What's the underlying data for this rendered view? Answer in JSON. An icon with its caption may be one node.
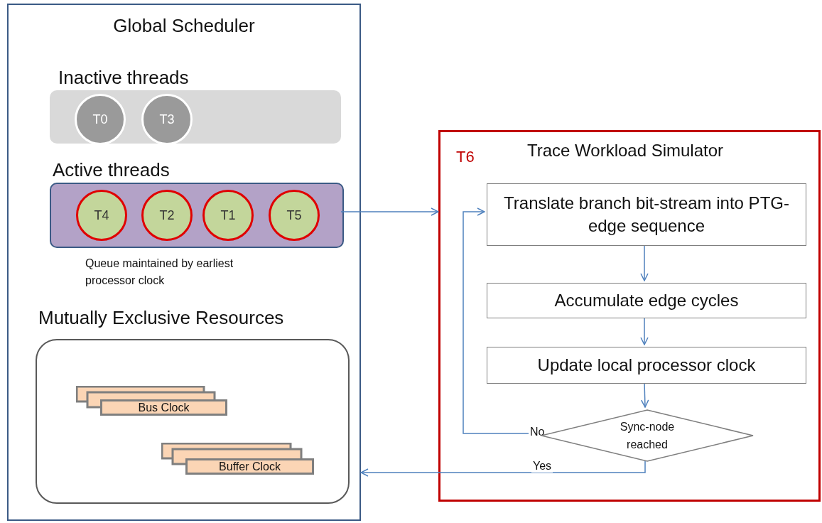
{
  "diagram": {
    "nodes": [
      {
        "text": [
          "Global Scheduler"
        ]
      },
      {
        "text": [
          "Inactive threads"
        ],
        "in": 0
      },
      {
        "text": [
          "T0"
        ],
        "in": 1
      },
      {
        "text": [
          "T3"
        ],
        "in": 1
      },
      {
        "text": [
          "Active threads"
        ],
        "in": 0,
        "beside": [
          "Queue maintained by earliest processor clock"
        ]
      },
      {
        "text": [
          "T4"
        ],
        "in": 4
      },
      {
        "text": [
          "T2"
        ],
        "in": 4
      },
      {
        "text": [
          "T1"
        ],
        "in": 4
      },
      {
        "text": [
          "T5"
        ],
        "in": 4
      },
      {
        "text": [
          "Mutually Exclusive Resources"
        ],
        "in": 0
      },
      {
        "text": [
          "Bus Clock"
        ],
        "in": 9
      },
      {
        "text": [
          "Buffer Clock"
        ],
        "in": 9
      },
      {
        "text": [
          "T6",
          "Trace Workload Simulator"
        ]
      },
      {
        "text": [
          "Translate branch bit-stream into PTG-edge sequence"
        ],
        "in": 12
      },
      {
        "text": [
          "Accumulate edge cycles"
        ],
        "in": 12
      },
      {
        "text": [
          "Update local processor clock"
        ],
        "in": 12
      },
      {
        "text": [
          "Sync-node reached"
        ],
        "in": 12
      }
    ],
    "edges": [
      {
        "from": 4,
        "to": 12,
        "arrow": "to"
      },
      {
        "from": 13,
        "to": 14,
        "arrow": "to"
      },
      {
        "from": 14,
        "to": 15,
        "arrow": "to"
      },
      {
        "from": 15,
        "to": 16,
        "arrow": "to"
      },
      {
        "from": 16,
        "to": 13,
        "arrow": "to",
        "label": "No"
      },
      {
        "from": 16,
        "to": 0,
        "arrow": "to",
        "label": "Yes"
      }
    ]
  }
}
